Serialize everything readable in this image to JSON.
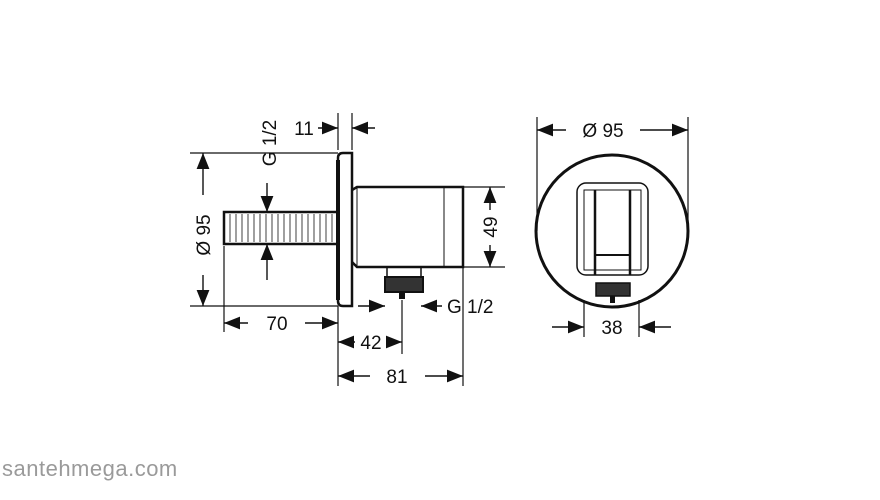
{
  "side_view": {
    "dim_diameter": "Ø 95",
    "dim_thread_inlet": "G 1/2",
    "dim_plate_thickness": "11",
    "dim_body_height": "49",
    "dim_thread_outlet": "G 1/2",
    "dim_nipple_length": "70",
    "dim_outlet_offset": "42",
    "dim_projection": "81"
  },
  "front_view": {
    "dim_diameter": "Ø 95",
    "dim_width": "38"
  },
  "watermark": "santehmega.com"
}
